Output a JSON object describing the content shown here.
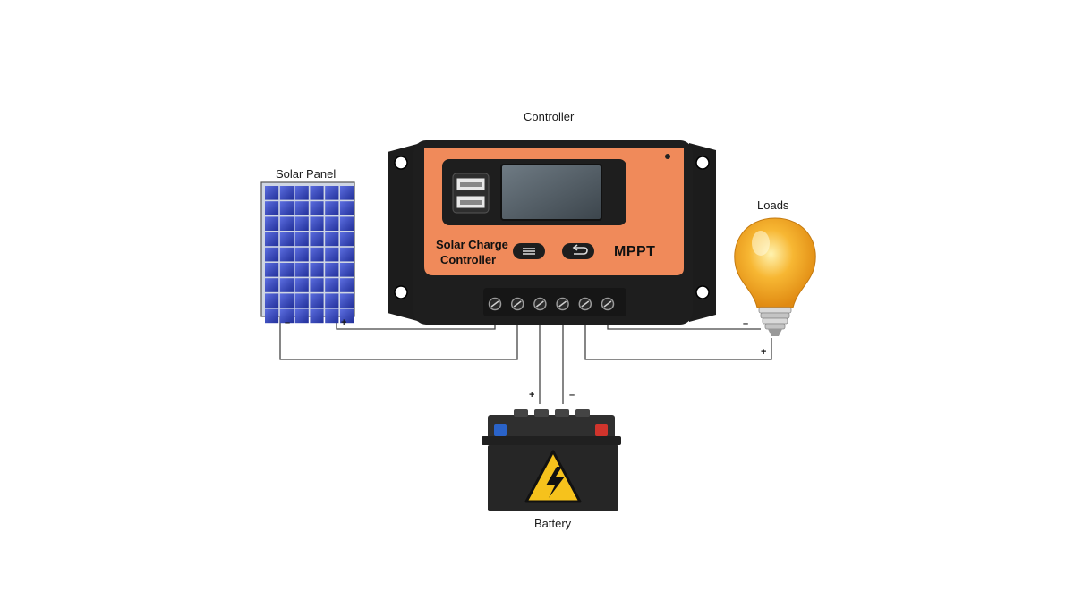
{
  "labels": {
    "controller": "Controller",
    "solar_panel": "Solar Panel",
    "loads": "Loads",
    "battery": "Battery"
  },
  "device": {
    "brand_line1": "Solar Charge",
    "brand_line2": "Controller",
    "model": "MPPT"
  },
  "polarity": {
    "panel_minus": "–",
    "panel_plus": "+",
    "battery_plus": "+",
    "battery_minus": "–",
    "load_minus": "–",
    "load_plus": "+"
  },
  "colors": {
    "controller_orange": "#f08a5a",
    "controller_black": "#1e1e1e",
    "panel_blue": "#2a3aa8",
    "bulb_amber": "#f5a623",
    "battery_body": "#262626",
    "warning_yellow": "#f6c21c"
  },
  "icons": [
    "usb-port-icon",
    "menu-button-icon",
    "return-button-icon",
    "high-voltage-warning-icon",
    "light-bulb-icon"
  ]
}
